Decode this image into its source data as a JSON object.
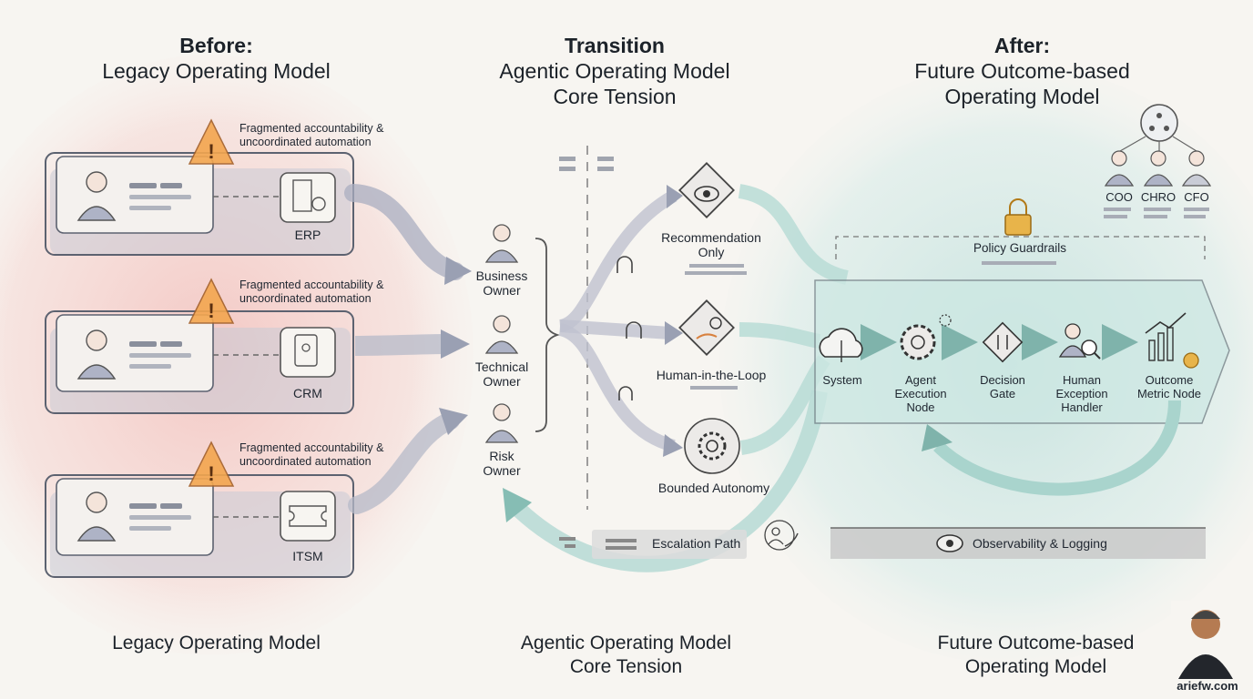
{
  "header": {
    "before_bold": "Before:",
    "before_sub": "Legacy Operating Model",
    "transition_bold": "Transition",
    "transition_sub1": "Agentic Operating Model",
    "transition_sub2": "Core Tension",
    "after_bold": "After:",
    "after_sub1": "Future Outcome-based",
    "after_sub2": "Operating Model"
  },
  "legacy": {
    "warning_line1": "Fragmented accountability &",
    "warning_line2": "uncoordinated automation",
    "systems": [
      {
        "label": "ERP",
        "icon": "building-gear-icon"
      },
      {
        "label": "CRM",
        "icon": "contact-book-icon"
      },
      {
        "label": "ITSM",
        "icon": "ticket-icon"
      }
    ]
  },
  "transition": {
    "owners": [
      {
        "line1": "Business",
        "line2": "Owner"
      },
      {
        "line1": "Technical",
        "line2": "Owner"
      },
      {
        "line1": "Risk",
        "line2": "Owner"
      }
    ],
    "modes": [
      {
        "line1": "Recommendation",
        "line2": "Only",
        "icon": "eye-icon"
      },
      {
        "line1": "Human-in-the-Loop",
        "line2": "",
        "icon": "hand-gear-icon"
      },
      {
        "line1": "Bounded Autonomy",
        "line2": "",
        "icon": "gear-icon"
      }
    ],
    "escalation": "Escalation Path"
  },
  "after": {
    "executives": [
      "COO",
      "CHRO",
      "CFO"
    ],
    "policy": "Policy Guardrails",
    "flow": [
      {
        "line1": "System",
        "line2": "",
        "line3": ""
      },
      {
        "line1": "Agent",
        "line2": "Execution",
        "line3": "Node"
      },
      {
        "line1": "Decision",
        "line2": "Gate",
        "line3": ""
      },
      {
        "line1": "Human",
        "line2": "Exception",
        "line3": "Handler"
      },
      {
        "line1": "Outcome",
        "line2": "Metric Node",
        "line3": ""
      }
    ],
    "observability": "Observability & Logging"
  },
  "footer": {
    "legacy": "Legacy Operating Model",
    "agentic1": "Agentic Operating Model",
    "agentic2": "Core Tension",
    "future1": "Future Outcome-based",
    "future2": "Operating Model",
    "signature": "ariefw.com"
  },
  "colors": {
    "legacy_wash": "#f2b4b0",
    "future_wash": "#bfe0dc",
    "teal_arrow": "#b9dcd6",
    "warning": "#f3a64f",
    "gold_lock": "#e8b44a"
  }
}
